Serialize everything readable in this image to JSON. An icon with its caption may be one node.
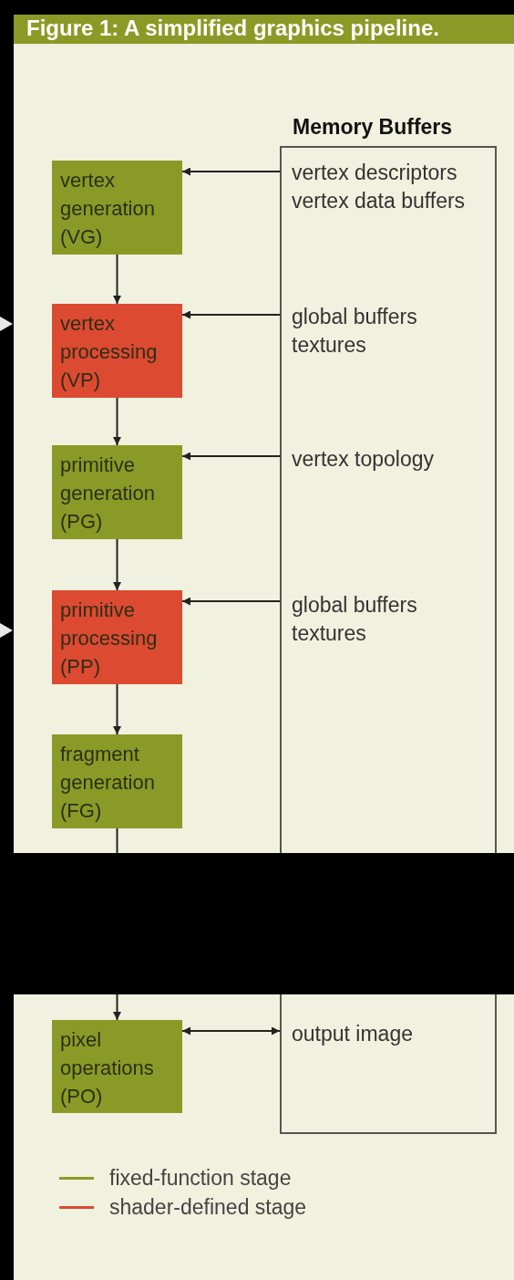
{
  "diagram": {
    "title": "Figure 1: A simplified graphics pipeline.",
    "nodes": [
      {
        "text": [
          "vertex generation (VG)"
        ]
      },
      {
        "text": [
          "vertex processing (VP)"
        ]
      },
      {
        "text": [
          "primitive generation (PG)"
        ]
      },
      {
        "text": [
          "primitive processing (PP)"
        ]
      },
      {
        "text": [
          "fragment generation (FG)"
        ]
      },
      {
        "text": [
          "pixel operations (PO)"
        ]
      },
      {
        "text": [
          "Memory Buffers",
          "vertex descriptors vertex data buffers",
          "global buffers textures",
          "vertex topology",
          "global buffers textures",
          "output image"
        ]
      },
      {
        "text": [],
        "shape": "bar"
      }
    ],
    "edges": [
      {
        "from": 0,
        "to": 1,
        "arrow": "to"
      },
      {
        "from": 1,
        "to": 2,
        "arrow": "to"
      },
      {
        "from": 2,
        "to": 3,
        "arrow": "to"
      },
      {
        "from": 3,
        "to": 4,
        "arrow": "to"
      },
      {
        "from": 4,
        "to": 7,
        "arrow": "none"
      },
      {
        "from": 7,
        "to": 5,
        "arrow": "to"
      },
      {
        "from": 6,
        "to": 0,
        "arrow": "to"
      },
      {
        "from": 6,
        "to": 1,
        "arrow": "to"
      },
      {
        "from": 6,
        "to": 2,
        "arrow": "to"
      },
      {
        "from": 6,
        "to": 3,
        "arrow": "to"
      },
      {
        "from": 5,
        "to": 6,
        "arrow": "both"
      }
    ],
    "legend": [
      {
        "text": "fixed-function stage",
        "color": "#8a9a26"
      },
      {
        "text": "shader-defined stage",
        "color": "#dc4a32"
      }
    ]
  }
}
